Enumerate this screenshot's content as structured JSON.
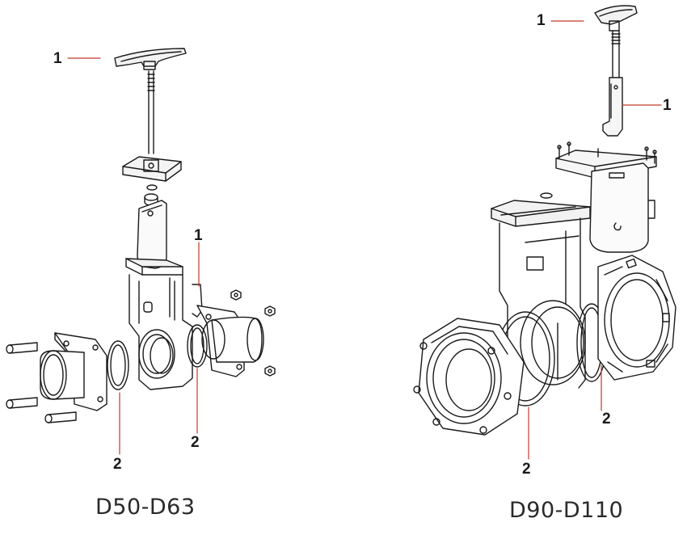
{
  "figure": {
    "left": {
      "caption": "D50-D63",
      "callouts": [
        "1",
        "1",
        "2",
        "2"
      ]
    },
    "right": {
      "caption": "D90-D110",
      "callouts": [
        "1",
        "1",
        "2",
        "2"
      ]
    }
  },
  "colors": {
    "line": "#1a1a1a",
    "leader": "#c0392b"
  }
}
